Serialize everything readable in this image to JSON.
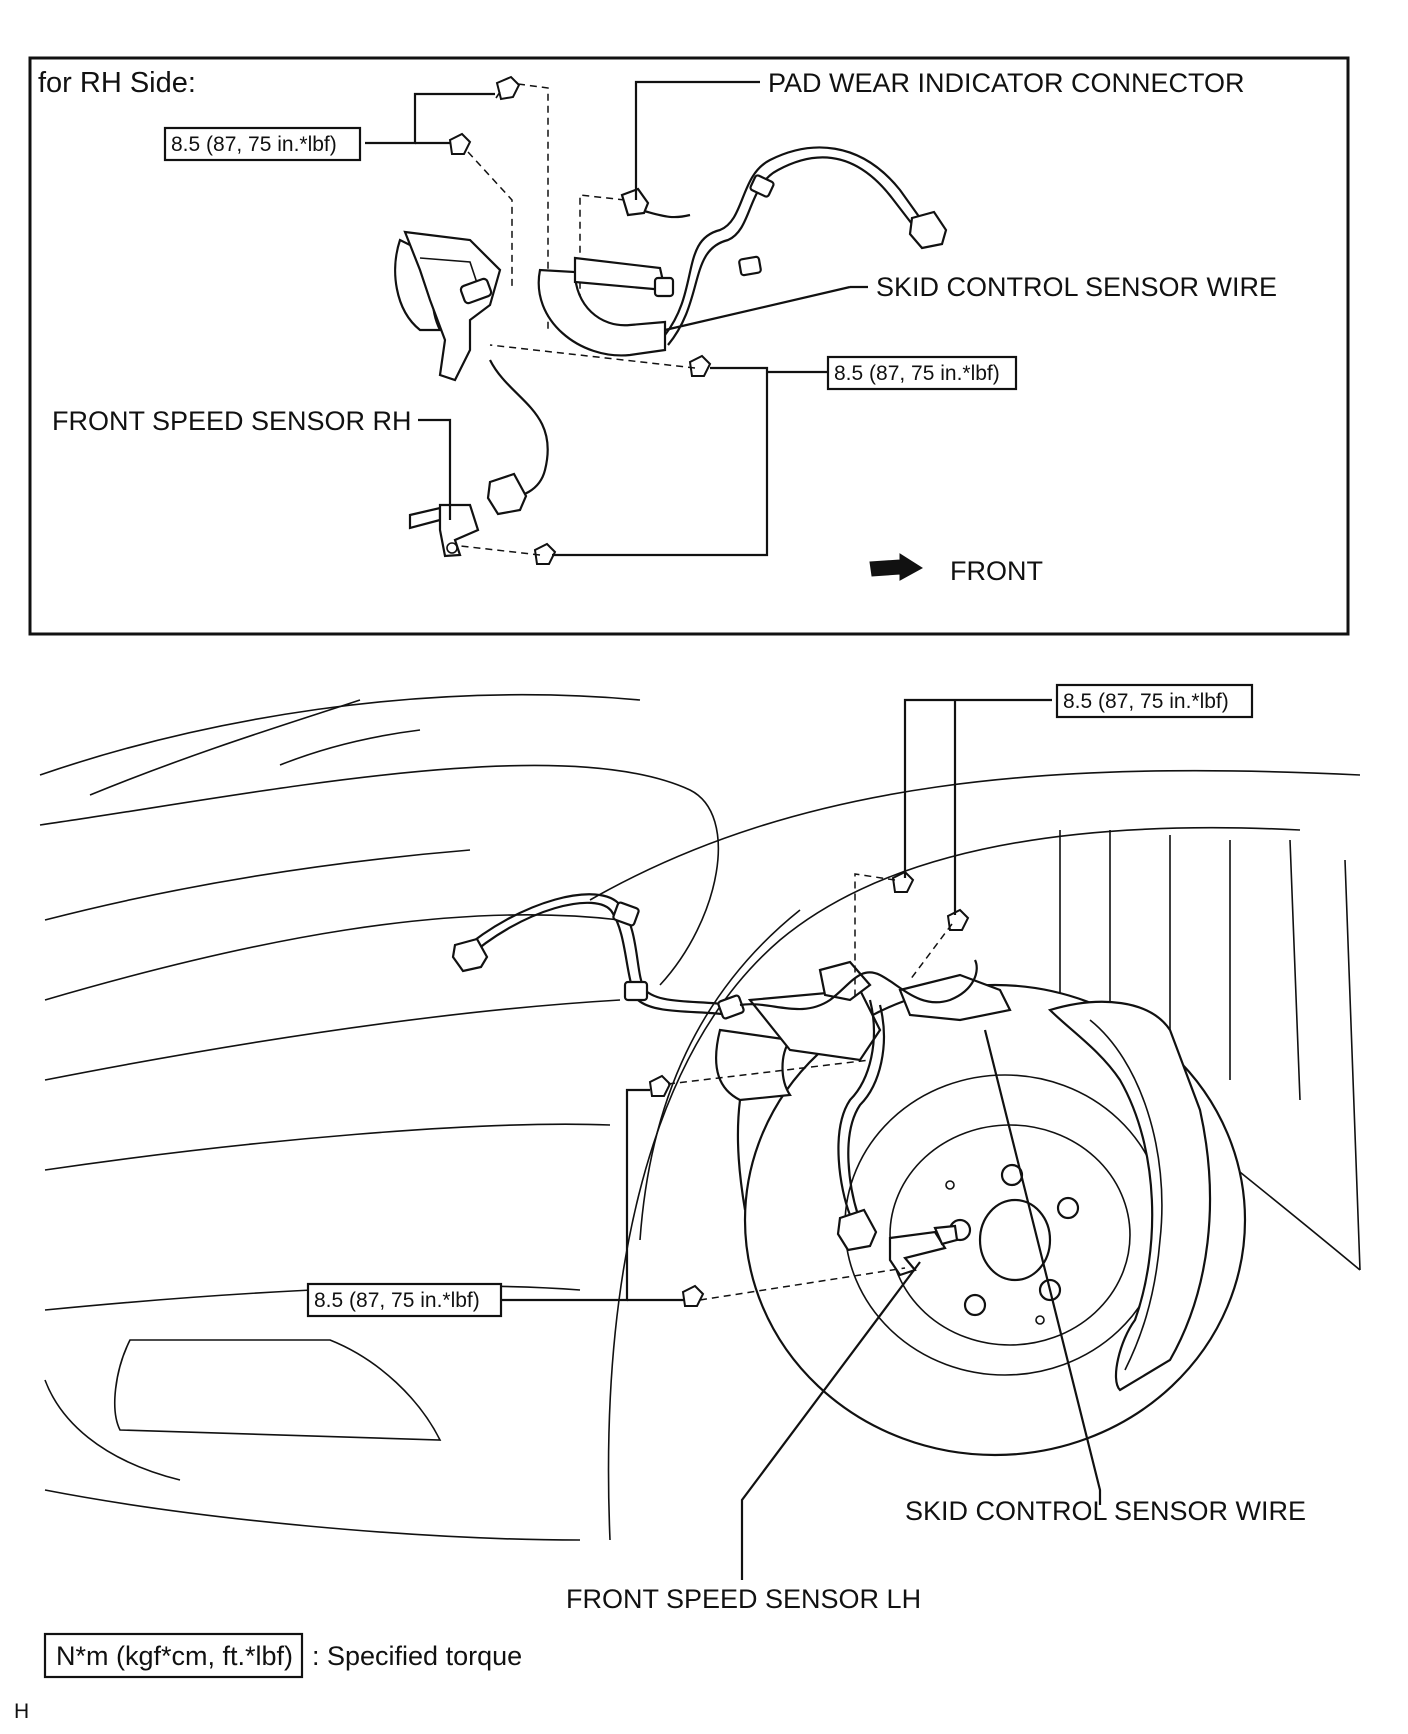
{
  "inset": {
    "title": "for RH Side:",
    "labels": {
      "pad_wear_connector": "PAD WEAR INDICATOR CONNECTOR",
      "skid_wire": "SKID CONTROL SENSOR WIRE",
      "speed_sensor_rh": "FRONT SPEED SENSOR RH",
      "front": "FRONT"
    },
    "torques": [
      "8.5 (87, 75 in.*lbf)",
      "8.5 (87, 75 in.*lbf)"
    ]
  },
  "main": {
    "labels": {
      "skid_wire": "SKID CONTROL SENSOR WIRE",
      "speed_sensor_lh": "FRONT SPEED SENSOR LH"
    },
    "torques": [
      "8.5 (87, 75 in.*lbf)",
      "8.5 (87, 75 in.*lbf)"
    ]
  },
  "legend": {
    "unit": "N*m (kgf*cm, ft.*lbf)",
    "text": ": Specified torque"
  },
  "footer_code": "H"
}
